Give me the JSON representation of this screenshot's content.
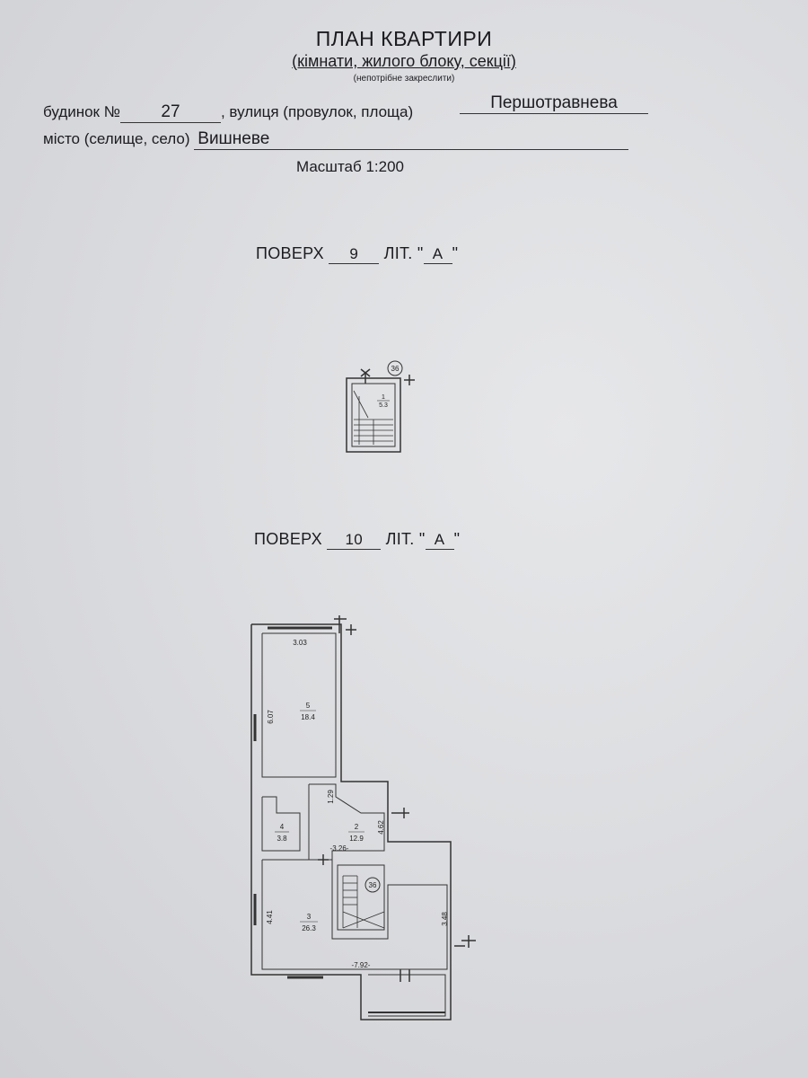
{
  "header": {
    "title": "ПЛАН КВАРТИРИ",
    "subtitle": "(кімнати, жилого блоку, секції)",
    "note": "(непотрібне закреслити)"
  },
  "address": {
    "house_label": "будинок №",
    "house_number": "27",
    "street_label": ", вулиця (провулок, площа)",
    "street_value": "Першотравнева",
    "city_label": "місто (селище, село)",
    "city_value": "Вишневе"
  },
  "scale": "Масштаб 1:200",
  "floors": [
    {
      "label": "ПОВЕРХ",
      "number": "9",
      "lit_label": "ЛІТ. \"",
      "lit_value": "А",
      "lit_close": "\""
    },
    {
      "label": "ПОВЕРХ",
      "number": "10",
      "lit_label": "ЛІТ. \"",
      "lit_value": "А",
      "lit_close": "\""
    }
  ],
  "plan9": {
    "stair_badge": "36",
    "room": {
      "num": "1",
      "area": "5.3"
    }
  },
  "plan10": {
    "stair_badge": "36",
    "rooms": [
      {
        "num": "5",
        "area": "18.4"
      },
      {
        "num": "4",
        "area": "3.8"
      },
      {
        "num": "2",
        "area": "12.9"
      },
      {
        "num": "3",
        "area": "26.3"
      }
    ],
    "dims": {
      "top_width": "3.03",
      "left_height": "6.07",
      "corridor": "1.29",
      "stair_height": "4.62",
      "mid_width": "-3.26-",
      "left_lower": "4.41",
      "right_lower": "3.48",
      "bottom_width": "-7.92-"
    }
  }
}
